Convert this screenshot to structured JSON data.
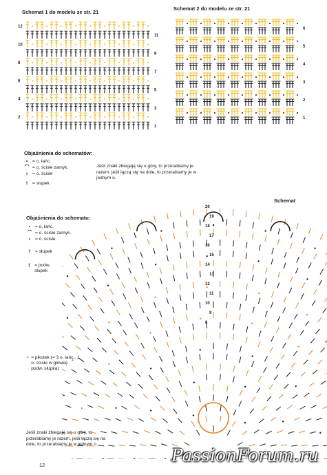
{
  "schemat1": {
    "title": "Schemat 1 do modelu ze str. 21",
    "row_numbers": [
      "12",
      "11",
      "10",
      "9",
      "8",
      "7",
      "6",
      "5",
      "4",
      "3",
      "2",
      "1"
    ]
  },
  "schemat2": {
    "title": "Schemat 2 do modelu ze str. 21",
    "row_numbers": [
      "6",
      "5",
      "4",
      "3",
      "2",
      "1"
    ]
  },
  "legend1": {
    "heading": "Objaśnienia do schematów:",
    "items": [
      "= o. łańc.",
      "= o. ścisłe zamyk.",
      "= o. ścisłe",
      "= słupek"
    ],
    "note": "Jeśli znaki zbiegają się u góry, to przerabiamy je razem, jeśli łączą się na dole, to przerabiamy je w jednym o."
  },
  "schemat3": {
    "label": "Schemat",
    "row_numbers": [
      "20",
      "19",
      "18",
      "17",
      "16",
      "15",
      "14",
      "13",
      "12",
      "11",
      "10",
      "9",
      "8"
    ]
  },
  "legend2": {
    "heading": "Objaśnienia do schematu:",
    "items": [
      "= o. łańc.",
      "= o. ścisłe zamyk.",
      "= o. ścisłe",
      "= słupek",
      "= podw. słupek"
    ],
    "pikotek": "= pikotek (= 3 o. łańc., 1 o. ścisłe w główkę podw. słupka)",
    "note": "Jeśli znaki zbiegają się u góry, to przerabiamy je razem, jeśli łączą się na dole, to przerabiamy je w jednym o."
  },
  "page_number": "12",
  "watermark": "PassionForum.ru",
  "colors": {
    "orange": "#e8821e",
    "yellow": "#f2b81c",
    "dark": "#1a1a1a"
  }
}
